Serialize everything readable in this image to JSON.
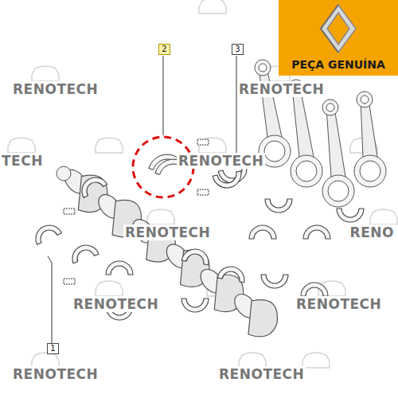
{
  "diagram": {
    "nodes": [
      {
        "text": [
          "2"
        ]
      },
      {
        "text": [
          "3"
        ]
      },
      {
        "text": [
          "PEÇA GENUÍNA"
        ]
      },
      {
        "text": [
          "1"
        ]
      }
    ],
    "labels": [
      "RENOTECH",
      "RENOTECH",
      "TECH",
      "RENOTECH",
      "RENOTECH",
      "RENO",
      "RENOTECH",
      "RENOTECH",
      "RENOTECH",
      "RENOTECH"
    ]
  }
}
